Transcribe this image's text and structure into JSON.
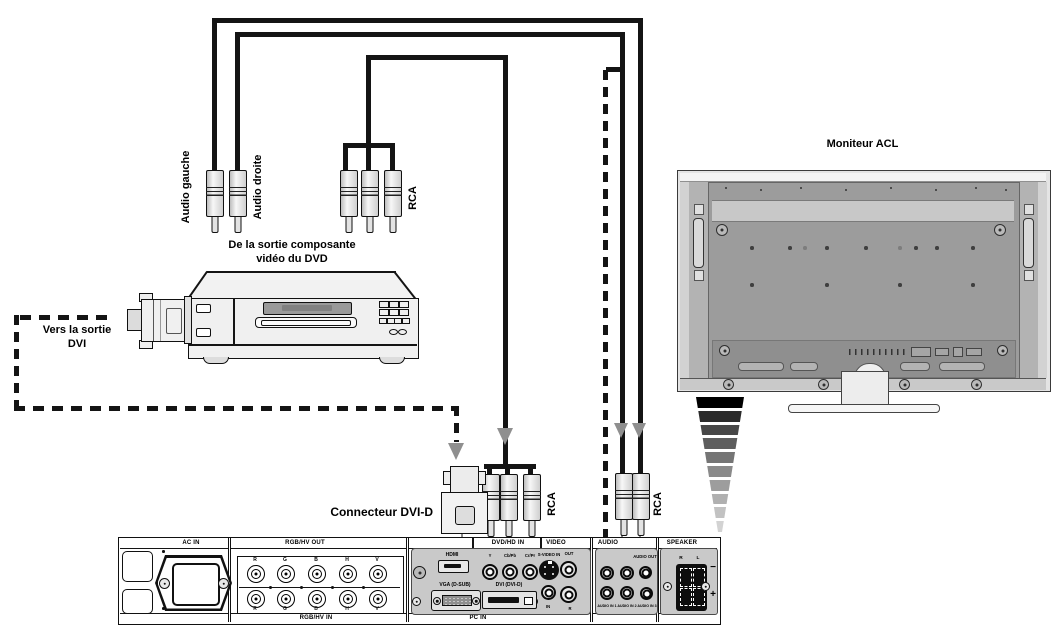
{
  "labels": {
    "audio_left": "Audio gauche",
    "audio_right": "Audio droite",
    "rca_top": "RCA",
    "rca_component": "RCA",
    "rca_audio": "RCA",
    "component_source_1": "De la sortie composante",
    "component_source_2": "vidéo du DVD",
    "dvi_out_1": "Vers la sortie",
    "dvi_out_2": "DVI",
    "dvi_connector": "Connecteur DVI-D",
    "monitor": "Moniteur ACL"
  },
  "panel": {
    "ac_in": "AC IN",
    "rgbhv_out": "RGB/HV OUT",
    "rgbhv_in": "RGB/HV IN",
    "bnc": [
      "R",
      "G",
      "B",
      "H",
      "V"
    ],
    "dvd_hd_in": "DVD/HD IN",
    "video": "VIDEO",
    "audio": "AUDIO",
    "speaker": "SPEAKER",
    "pc_in": "PC IN",
    "hdmi": "HDMI",
    "vga": "VGA (D-SUB)",
    "dvi": "DVI (DVI-D)",
    "component": [
      "Y",
      "Cb/Pb",
      "Cr/Pr"
    ],
    "s_video_in": "S-VIDEO IN",
    "out": "OUT",
    "in": "IN",
    "r": "R",
    "audio_out": "AUDIO OUT",
    "audio_in": [
      "AUDIO IN 1",
      "AUDIO IN 2",
      "AUDIO IN 3"
    ],
    "spk_r": "R",
    "spk_l": "L",
    "minus": "−",
    "plus": "+"
  },
  "colors": {
    "cable": "#141414",
    "arrow_gray": "#8f8f8f",
    "panel_gray": "#c9c9c9"
  }
}
